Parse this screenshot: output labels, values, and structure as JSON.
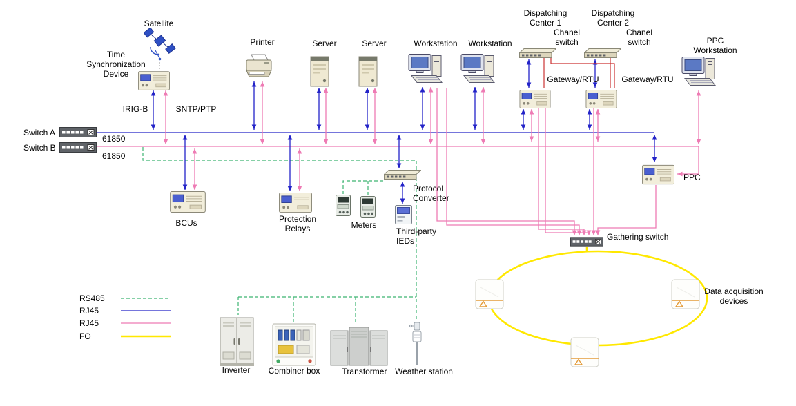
{
  "diagram": {
    "labels": {
      "satellite": "Satellite",
      "time_sync_device": "Time Synchronization Device",
      "printer": "Printer",
      "server_1": "Server",
      "server_2": "Server",
      "workstation_1": "Workstation",
      "workstation_2": "Workstation",
      "dispatching_center_1": "Dispatching Center 1",
      "chanel_switch_1": "Chanel switch",
      "dispatching_center_2": "Dispatching Center 2",
      "chanel_switch_2": "Chanel switch",
      "gateway_rtu_1": "Gateway/RTU",
      "gateway_rtu_2": "Gateway/RTU",
      "ppc_workstation": "PPC Workstation",
      "switch_a": "Switch A",
      "switch_b": "Switch B",
      "iec61850_a": "61850",
      "iec61850_b": "61850",
      "irig_b": "IRIG-B",
      "sntp_ptp": "SNTP/PTP",
      "bcus": "BCUs",
      "protection_relays": "Protection Relays",
      "meters": "Meters",
      "protocol_converter": "Protocol Converter",
      "third_party_ieds": "Third-party IEDs",
      "ppc": "PPC",
      "gathering_switch": "Gathering switch",
      "data_acquisition_devices": "Data acquisition devices",
      "inverter": "Inverter",
      "combiner_box": "Combiner box",
      "transformer": "Transformer",
      "weather_station": "Weather station"
    },
    "legend": {
      "items": [
        {
          "label": "RS485",
          "color": "#3cb371",
          "style": "dashed"
        },
        {
          "label": "RJ45",
          "color": "#2323c8",
          "style": "solid"
        },
        {
          "label": "RJ45",
          "color": "#ee7bb4",
          "style": "solid"
        },
        {
          "label": "FO",
          "color": "#ffe800",
          "style": "solid"
        }
      ]
    },
    "colors": {
      "blue": "#2323c8",
      "pink": "#ee7bb4",
      "green": "#3cb371",
      "yellow": "#ffe800",
      "red": "#cc3333"
    }
  }
}
